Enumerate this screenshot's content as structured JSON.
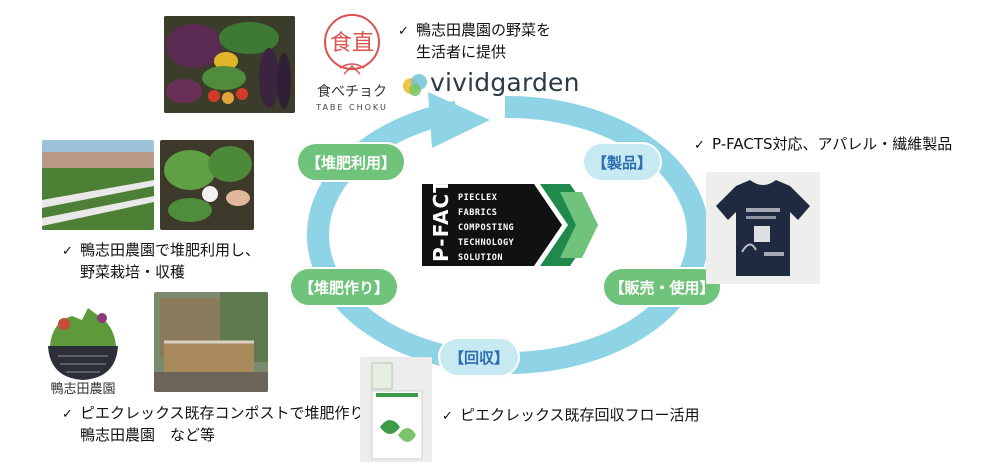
{
  "stages": {
    "compost_use": "【堆肥利用】",
    "product": "【製品】",
    "compost_make": "【堆肥作り】",
    "sales_use": "【販売・使用】",
    "collection": "【回収】"
  },
  "captions": {
    "top_line1": "鴨志田農園の野菜を",
    "top_line2": "生活者に提供",
    "product": "P-FACTS対応、アパレル・繊維製品",
    "farm_line1": "鴨志田農園で堆肥利用し、",
    "farm_line2": "野菜栽培・収穫",
    "compost_line1": "ピエクレックス既存コンポストで堆肥作り",
    "compost_line2": "鴨志田農園　など等",
    "collection": "ピエクレックス既存回収フロー活用"
  },
  "checkmark": "✓",
  "center_logo": {
    "brand": "P-FACTS",
    "lines": [
      "PIECLEX",
      "FABRICS",
      "COMPOSTING",
      "TECHNOLOGY",
      "SOLUTION"
    ]
  },
  "tabechoku": {
    "seal": "食直",
    "name_jp": "食べチョク",
    "name_en": "TABE CHOKU"
  },
  "vivid_garden": "vividgarden",
  "kamoshida_logo": "鴨志田農園",
  "colors": {
    "cycle": "#8fd3e6",
    "green_badge": "#6fc37a",
    "blue_badge": "#c7e9f2",
    "blue_text": "#2f6fb0"
  }
}
